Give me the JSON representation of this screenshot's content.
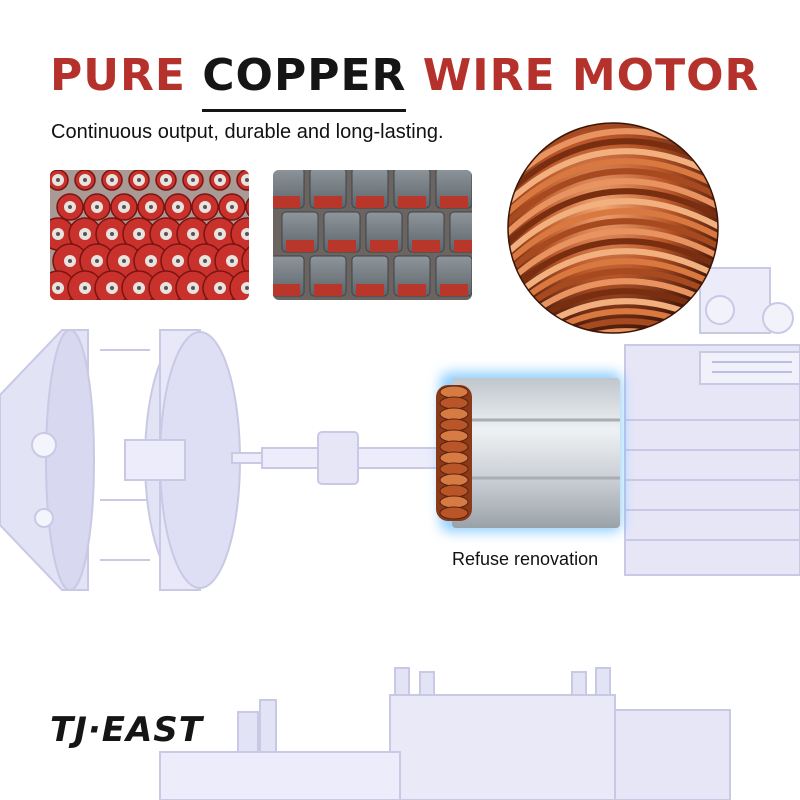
{
  "headline": {
    "word1": "PURE",
    "word2": "COPPER",
    "word3": "WIRE MOTOR"
  },
  "subtitle": "Continuous output, durable and long-lasting.",
  "stator_caption": "Refuse renovation",
  "brand": "TJ·EAST",
  "colors": {
    "headline_red": "#b5322c",
    "text_black": "#151515",
    "motor_ghost": "#e3e3f6",
    "motor_ghost_line": "#c9c9e6",
    "copper": "#c4653a",
    "stator_glow": "#3aa9ff"
  }
}
